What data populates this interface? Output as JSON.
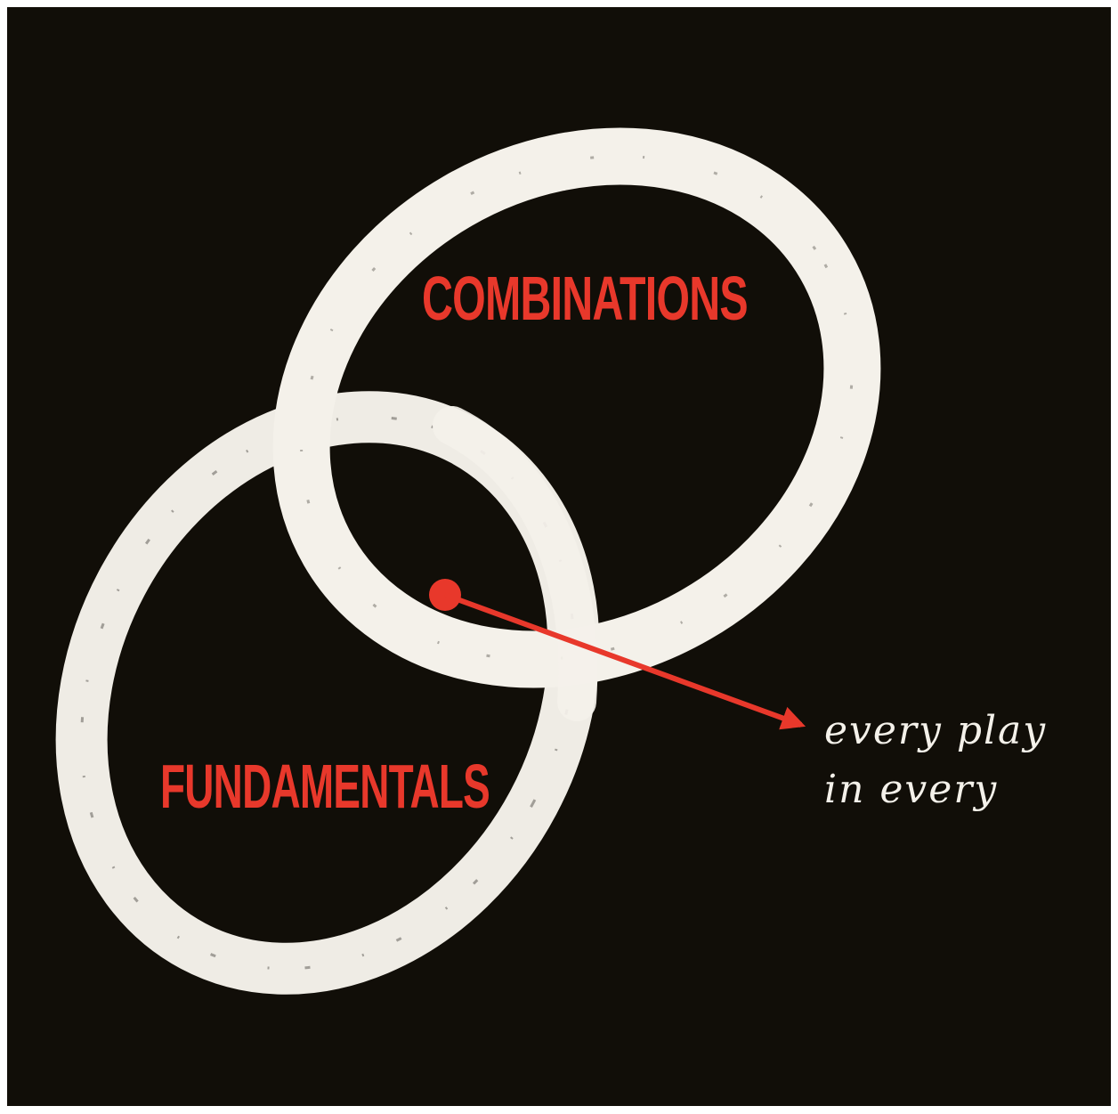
{
  "colors": {
    "background": "#110e08",
    "ring": "#f4f1ea",
    "accent": "#e8382b",
    "caption": "#f4f1ea"
  },
  "rings": {
    "upper_label": "COMBINATIONS",
    "lower_label": "FUNDAMENTALS"
  },
  "caption": {
    "line1": "every play",
    "line2": "in every"
  }
}
